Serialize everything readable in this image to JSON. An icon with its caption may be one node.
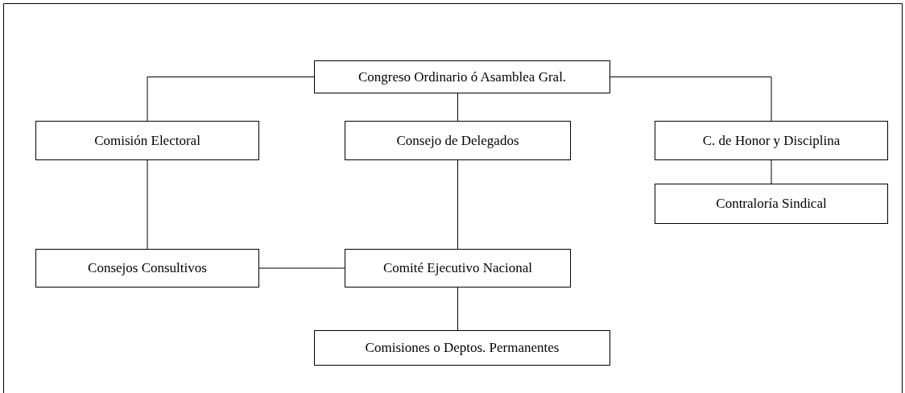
{
  "diagram": {
    "nodes": [
      {
        "text": [
          "Congreso Ordinario ó Asamblea Gral."
        ]
      },
      {
        "text": [
          "Comisión Electoral"
        ]
      },
      {
        "text": [
          "Consejo de Delegados"
        ]
      },
      {
        "text": [
          "C. de Honor y Disciplina"
        ]
      },
      {
        "text": [
          "Contraloría Sindical"
        ]
      },
      {
        "text": [
          "Consejos Consultivos"
        ]
      },
      {
        "text": [
          "Comité Ejecutivo Nacional"
        ]
      },
      {
        "text": [
          "Comisiones o Deptos. Permanentes"
        ]
      }
    ],
    "edges": [
      {
        "from": 0,
        "to": 1,
        "arrow": "none"
      },
      {
        "from": 0,
        "to": 2,
        "arrow": "none"
      },
      {
        "from": 0,
        "to": 3,
        "arrow": "none"
      },
      {
        "from": 3,
        "to": 4,
        "arrow": "none"
      },
      {
        "from": 1,
        "to": 5,
        "arrow": "none"
      },
      {
        "from": 2,
        "to": 6,
        "arrow": "none"
      },
      {
        "from": 5,
        "to": 6,
        "arrow": "none"
      },
      {
        "from": 6,
        "to": 7,
        "arrow": "none"
      }
    ]
  }
}
